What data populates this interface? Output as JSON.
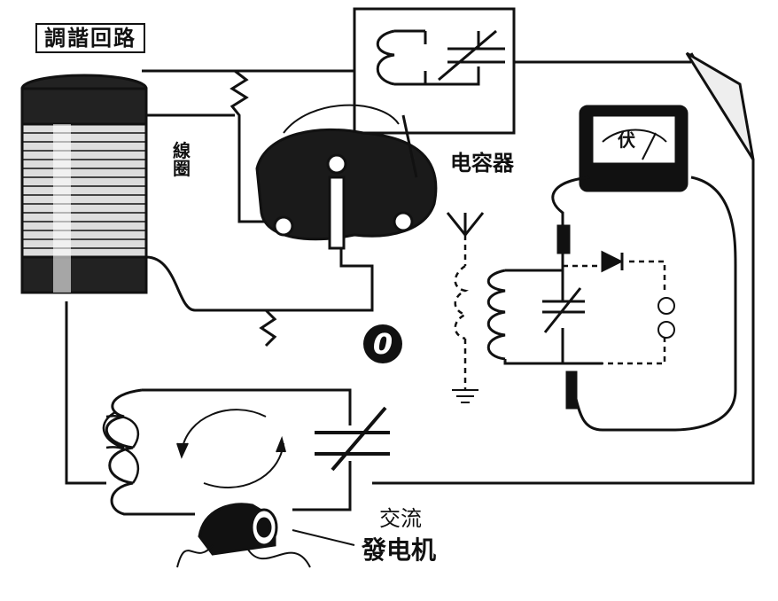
{
  "labels": {
    "tuning_circuit": "調諧回路",
    "coil": "線圈",
    "capacitor": "电容器",
    "voltmeter": "伏",
    "ac": "交流",
    "generator": "發电机",
    "zero_mark": "0"
  },
  "colors": {
    "ink": "#111111",
    "paper": "#ffffff"
  }
}
